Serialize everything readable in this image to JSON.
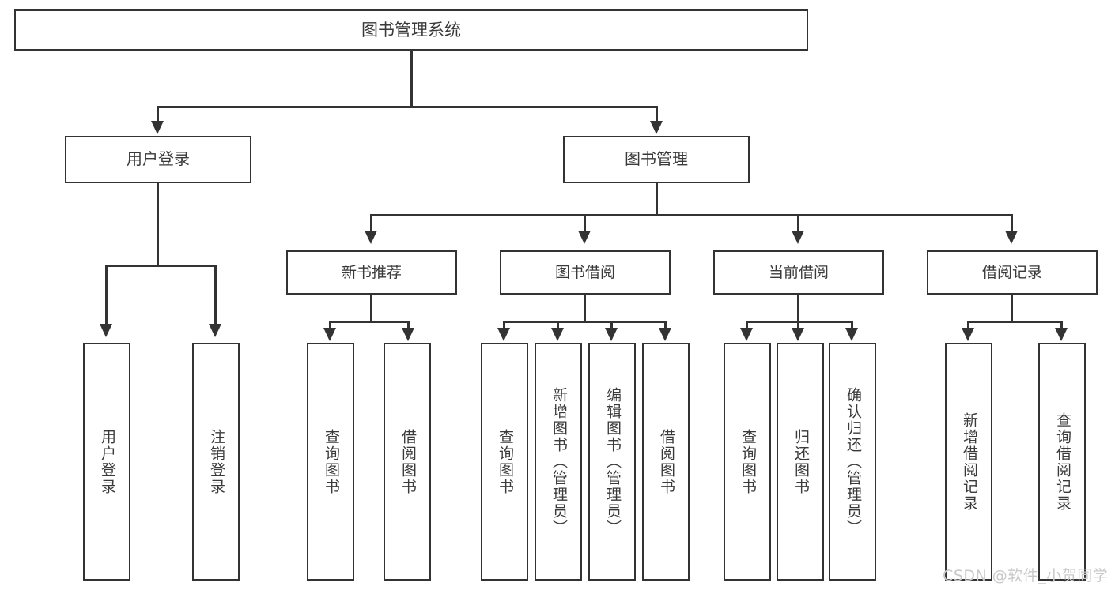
{
  "diagram": {
    "title": "图书管理系统",
    "root": {
      "label": "图书管理系统"
    },
    "level2": [
      {
        "label": "用户登录"
      },
      {
        "label": "图书管理"
      }
    ],
    "level3": [
      {
        "label": "新书推荐"
      },
      {
        "label": "图书借阅"
      },
      {
        "label": "当前借阅"
      },
      {
        "label": "借阅记录"
      }
    ],
    "leaves": {
      "user_login": [
        {
          "label": "用户登录"
        },
        {
          "label": "注销登录"
        }
      ],
      "new_book_recommend": [
        {
          "label": "查询图书"
        },
        {
          "label": "借阅图书"
        }
      ],
      "book_borrow": [
        {
          "label": "查询图书"
        },
        {
          "label": "新增图书（管理员）"
        },
        {
          "label": "编辑图书（管理员）"
        },
        {
          "label": "借阅图书"
        }
      ],
      "current_borrow": [
        {
          "label": "查询图书"
        },
        {
          "label": "归还图书"
        },
        {
          "label": "确认归还（管理员）"
        }
      ],
      "borrow_record": [
        {
          "label": "新增借阅记录"
        },
        {
          "label": "查询借阅记录"
        }
      ]
    }
  },
  "watermark": {
    "text": "CSDN @软件_小贺同学"
  },
  "colors": {
    "stroke": "#333333",
    "text": "#3a3a3a",
    "background": "#ffffff",
    "watermark": "#c9c9c9"
  }
}
